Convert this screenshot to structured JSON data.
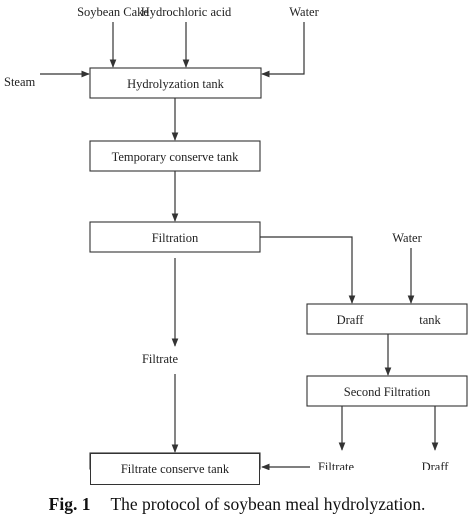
{
  "nodes": {
    "hydrolyzation_tank": "Hydrolyzation tank",
    "temporary_conserve_tank": "Temporary conserve tank",
    "filtration": "Filtration",
    "draff_tank_left": "Draff",
    "draff_tank_right": "tank",
    "second_filtration": "Second Filtration",
    "filtrate_conserve_tank": "Filtrate conserve tank"
  },
  "inputs": {
    "soybean_cake": "Soybean Cake",
    "hydrochloric_acid": "Hydrochloric acid",
    "water_top": "Water",
    "steam": "Steam",
    "water_right": "Water"
  },
  "outputs": {
    "filtrate_left": "Filtrate",
    "filtrate_right": "Filtrate",
    "draff": "Draff"
  },
  "caption": {
    "label": "Fig. 1",
    "text": "The protocol of soybean meal hydrolyzation."
  }
}
